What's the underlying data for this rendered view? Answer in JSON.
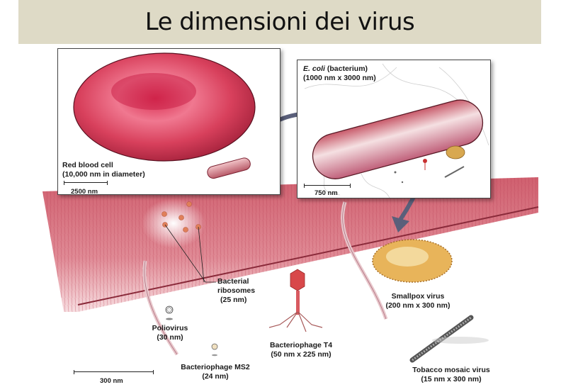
{
  "title": "Le dimensioni dei virus",
  "colors": {
    "title_bg": "#dedac6",
    "cell_red": "#c8344f",
    "membrane_pink": "#d9707f",
    "smallpox_yellow": "#e8b45a",
    "phage_red": "#c8343a",
    "arrow_slate": "#5a5f7a"
  },
  "insets": {
    "red_blood_cell": {
      "name": "Red blood cell",
      "size": "(10,000 nm in diameter)",
      "scale_label": "2500 nm"
    },
    "e_coli": {
      "name_italic": "E. coli",
      "name_rest": " (bacterium)",
      "size": "(1000 nm x 3000 nm)",
      "scale_label": "750 nm"
    }
  },
  "specimens": [
    {
      "name": "Bacterial",
      "name2": "ribosomes",
      "size": "(25 nm)"
    },
    {
      "name": "Poliovirus",
      "size": "(30 nm)"
    },
    {
      "name": "Bacteriophage MS2",
      "size": "(24 nm)"
    },
    {
      "name": "Bacteriophage T4",
      "size": "(50 nm x 225 nm)"
    },
    {
      "name": "Smallpox virus",
      "size": "(200 nm x 300 nm)"
    },
    {
      "name": "Tobacco mosaic virus",
      "size": "(15 nm x 300 nm)"
    }
  ],
  "main_scale_label": "300 nm"
}
